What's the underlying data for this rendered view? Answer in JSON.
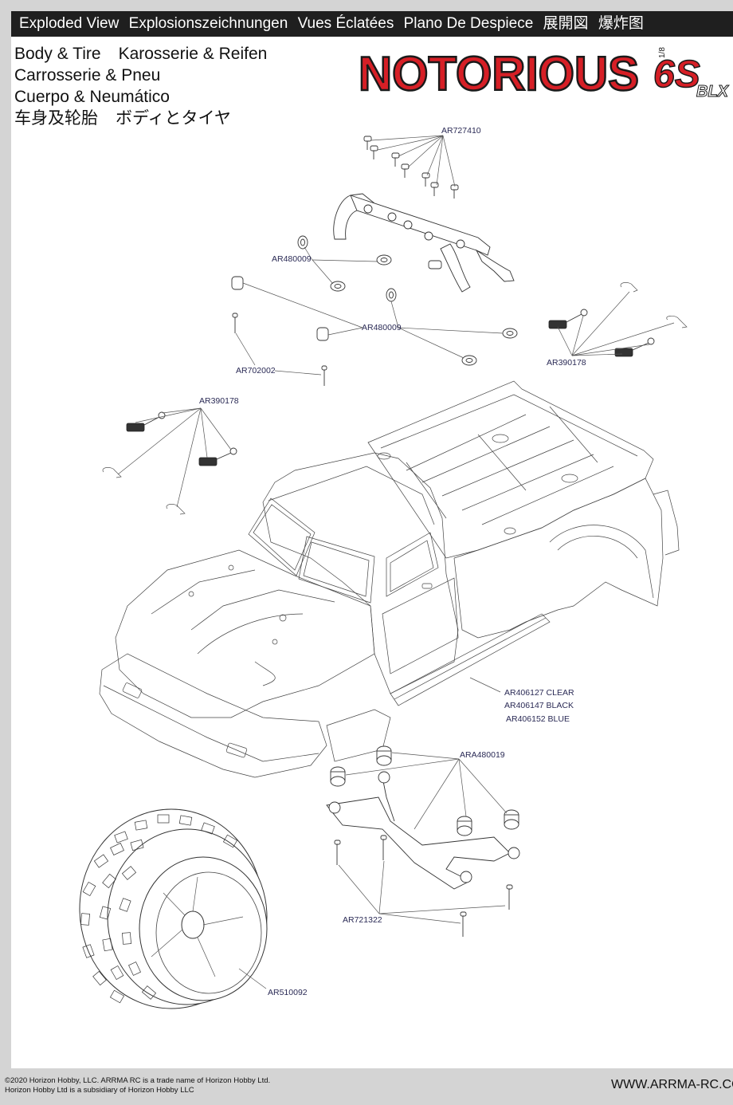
{
  "header": {
    "titles": [
      "Exploded View",
      "Explosionszeichnungen",
      "Vues Éclatées",
      "Plano De Despiece",
      "展開図",
      "爆炸图"
    ]
  },
  "section": {
    "line1": [
      "Body & Tire",
      "Karosserie & Reifen"
    ],
    "line2": "Carrosserie & Pneu",
    "line3": "Cuerpo & Neumático",
    "line4": [
      "车身及轮胎",
      "ボディとタイヤ"
    ]
  },
  "logo": {
    "name": "NOTORIOUS",
    "scale": "1/8",
    "cells": "6S",
    "motor": "BLX",
    "colors": {
      "red": "#d61f26",
      "dark": "#1a1a1a"
    }
  },
  "parts": {
    "ar727410": "AR727410",
    "ar480009_top": "AR480009",
    "ar480009_mid": "AR480009",
    "ar702002": "AR702002",
    "ar390178_right": "AR390178",
    "ar390178_left": "AR390178",
    "body_clear": "AR406127 CLEAR",
    "body_black": "AR406147 BLACK",
    "body_blue": "AR406152 BLUE",
    "ara480019": "ARA480019",
    "ar721322": "AR721322",
    "ar510092": "AR510092"
  },
  "footer": {
    "copyright1": "©2020 Horizon Hobby, LLC. ARRMA RC is a trade name of Horizon Hobby Ltd.",
    "copyright2": "Horizon Hobby Ltd is a subsidiary of Horizon Hobby LLC",
    "url": "WWW.ARRMA-RC.COM"
  }
}
